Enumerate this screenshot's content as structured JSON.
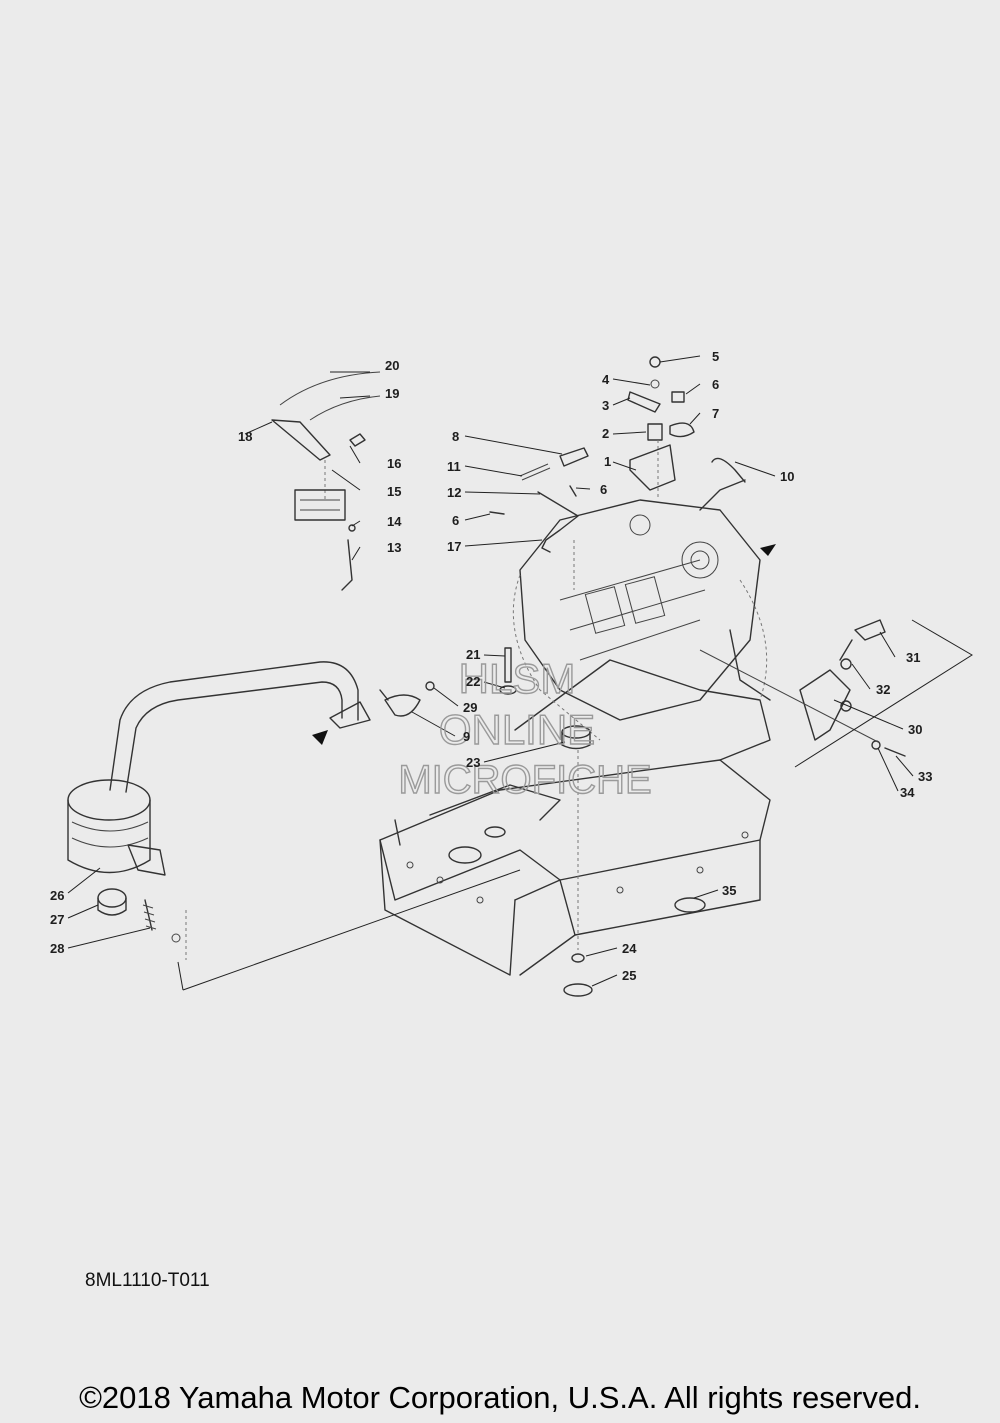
{
  "watermark": {
    "line1": "HLSM",
    "line2": "ONLINE",
    "line3": "MICROFICHE"
  },
  "diagram_code": "8ML1110-T011",
  "copyright": "©2018 Yamaha Motor Corporation, U.S.A. All rights reserved.",
  "callouts": [
    "1",
    "2",
    "3",
    "4",
    "5",
    "6",
    "6",
    "6",
    "7",
    "8",
    "9",
    "10",
    "11",
    "12",
    "13",
    "14",
    "15",
    "16",
    "17",
    "18",
    "19",
    "20",
    "21",
    "22",
    "23",
    "24",
    "25",
    "26",
    "27",
    "28",
    "29",
    "30",
    "31",
    "32",
    "33",
    "34",
    "35"
  ]
}
